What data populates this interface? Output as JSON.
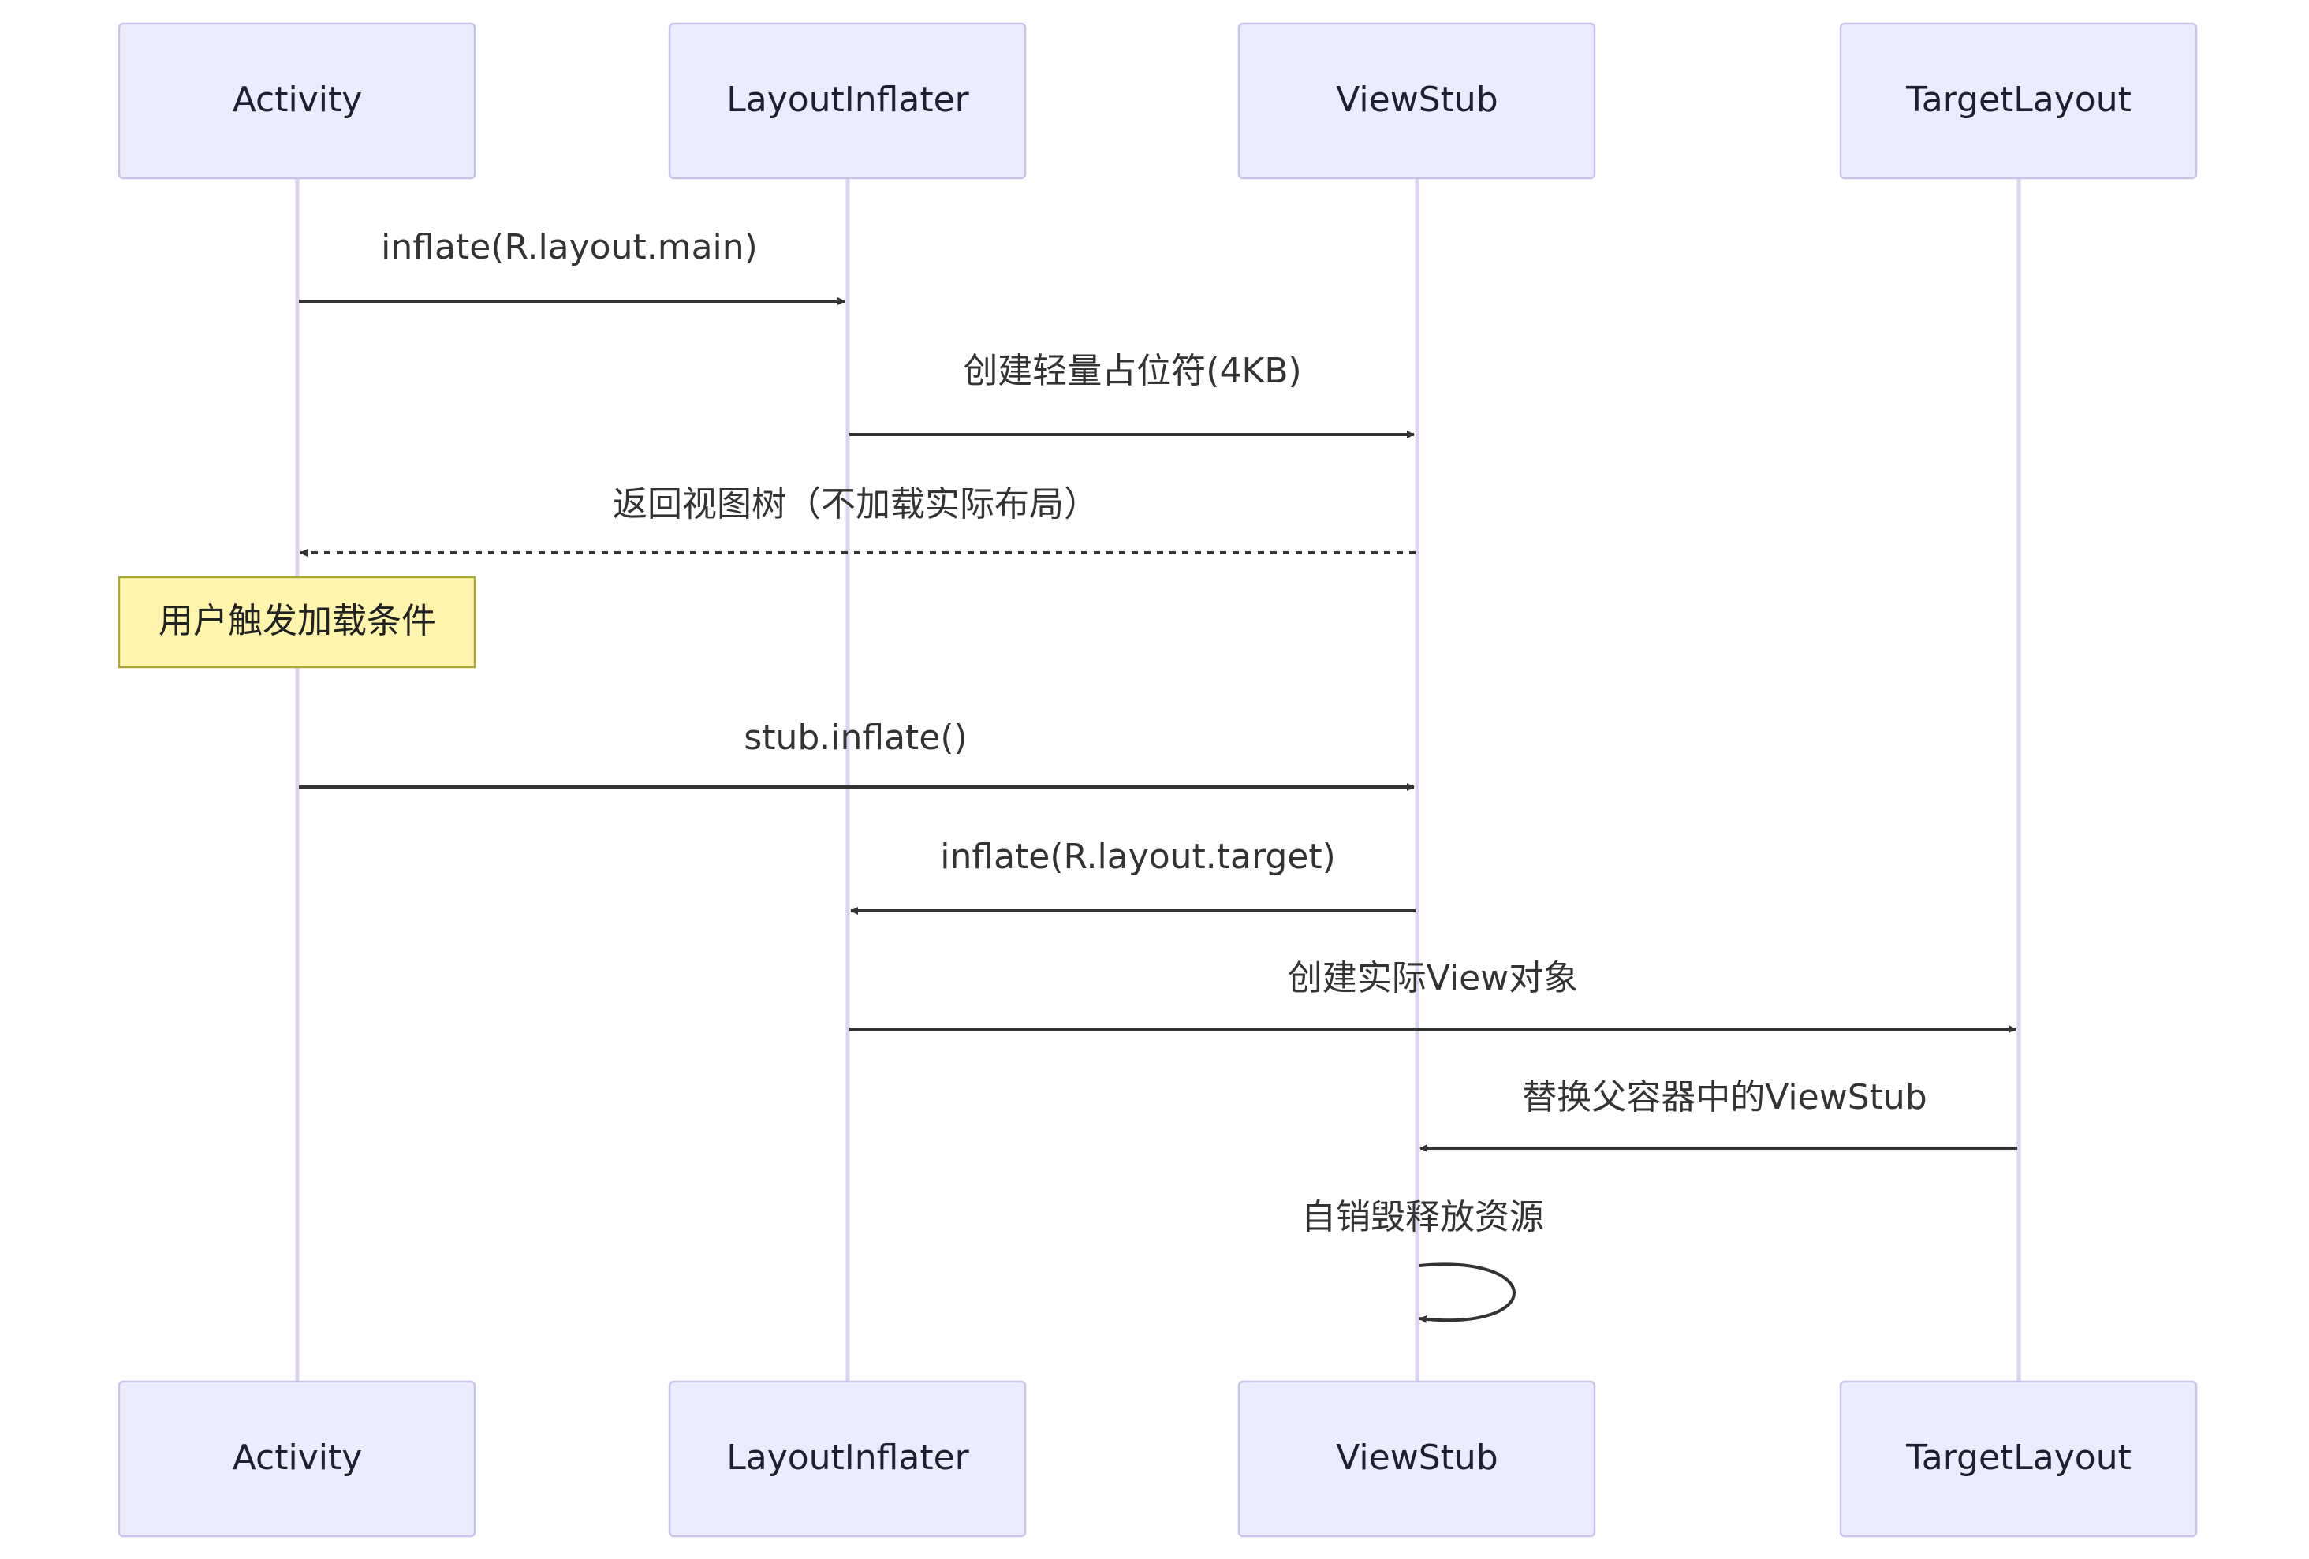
{
  "participants": [
    {
      "id": "activity",
      "label": "Activity"
    },
    {
      "id": "inflater",
      "label": "LayoutInflater"
    },
    {
      "id": "viewstub",
      "label": "ViewStub"
    },
    {
      "id": "target",
      "label": "TargetLayout"
    }
  ],
  "messages": [
    {
      "id": "m1",
      "from": "activity",
      "to": "inflater",
      "style": "solid",
      "label": "inflate(R.layout.main)"
    },
    {
      "id": "m2",
      "from": "inflater",
      "to": "viewstub",
      "style": "solid",
      "label": "创建轻量占位符(4KB)"
    },
    {
      "id": "m3",
      "from": "viewstub",
      "to": "activity",
      "style": "dashed",
      "label": "返回视图树（不加载实际布局）"
    },
    {
      "id": "m4",
      "from": "activity",
      "to": "viewstub",
      "style": "solid",
      "label": "stub.inflate()"
    },
    {
      "id": "m5",
      "from": "viewstub",
      "to": "inflater",
      "style": "solid",
      "label": "inflate(R.layout.target)"
    },
    {
      "id": "m6",
      "from": "inflater",
      "to": "target",
      "style": "solid",
      "label": "创建实际View对象"
    },
    {
      "id": "m7",
      "from": "target",
      "to": "viewstub",
      "style": "solid",
      "label": "替换父容器中的ViewStub"
    },
    {
      "id": "m8",
      "from": "viewstub",
      "to": "viewstub",
      "style": "self",
      "label": "自销毁释放资源"
    }
  ],
  "note": {
    "over": "activity",
    "label": "用户触发加载条件"
  }
}
